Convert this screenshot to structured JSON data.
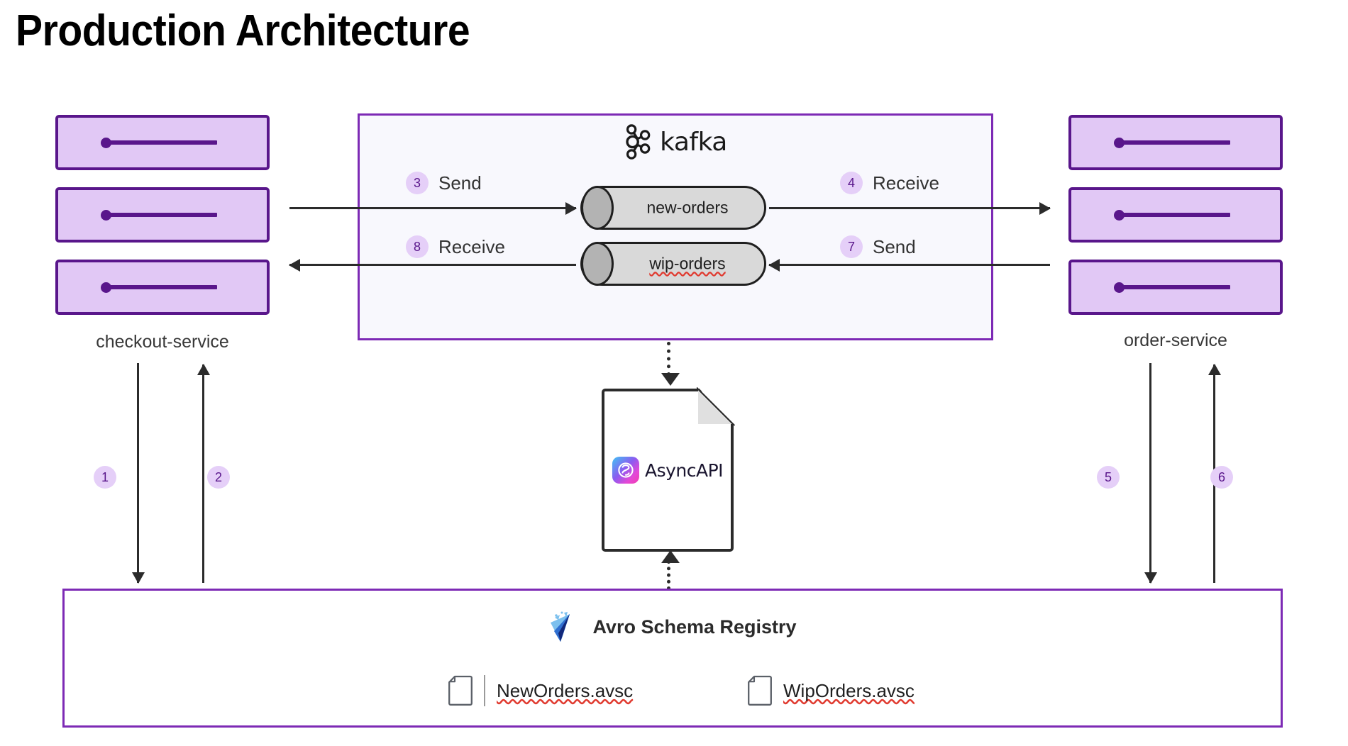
{
  "page": {
    "title": "Production Architecture",
    "accent_purple": "#59168b",
    "panel_purple": "#7d2ab5",
    "service_fill": "#e1c8f5",
    "badge_fill": "#e5cff8",
    "topic_fill": "#d9d9d9",
    "topic_cap_fill": "#b3b3b3",
    "kafka_panel_fill": "#f8f8fd"
  },
  "services": {
    "checkout": {
      "caption": "checkout-service",
      "boxes": [
        {
          "name": "service-instance"
        },
        {
          "name": "service-instance"
        },
        {
          "name": "service-instance"
        }
      ]
    },
    "order": {
      "caption": "order-service",
      "boxes": [
        {
          "name": "service-instance"
        },
        {
          "name": "service-instance"
        },
        {
          "name": "service-instance"
        }
      ]
    }
  },
  "broker": {
    "brand": "kafka",
    "logo_icon": "kafka-logo-icon",
    "topics": [
      {
        "id": "new-orders",
        "label": "new-orders",
        "spellcheck_flag": false
      },
      {
        "id": "wip-orders",
        "label": "wip-orders",
        "spellcheck_flag": true
      }
    ]
  },
  "flows": [
    {
      "step": "3",
      "label": "Send",
      "direction": "right",
      "side": "left"
    },
    {
      "step": "4",
      "label": "Receive",
      "direction": "right",
      "side": "right"
    },
    {
      "step": "8",
      "label": "Receive",
      "direction": "left",
      "side": "left"
    },
    {
      "step": "7",
      "label": "Send",
      "direction": "left",
      "side": "right"
    }
  ],
  "registry_flows": [
    {
      "step": "1",
      "direction": "down",
      "service": "checkout-service"
    },
    {
      "step": "2",
      "direction": "up",
      "service": "checkout-service"
    },
    {
      "step": "5",
      "direction": "down",
      "service": "order-service"
    },
    {
      "step": "6",
      "direction": "up",
      "service": "order-service"
    }
  ],
  "asyncapi_document": {
    "wordmark": "AsyncAPI",
    "logo_icon": "asyncapi-logo-icon"
  },
  "schema_registry": {
    "title": "Avro Schema Registry",
    "logo_icon": "avro-logo-icon",
    "files": [
      {
        "name": "NewOrders.avsc",
        "spellcheck_flag": true,
        "icon": "file-icon"
      },
      {
        "name": "WipOrders.avsc",
        "spellcheck_flag": true,
        "icon": "file-icon"
      }
    ]
  }
}
